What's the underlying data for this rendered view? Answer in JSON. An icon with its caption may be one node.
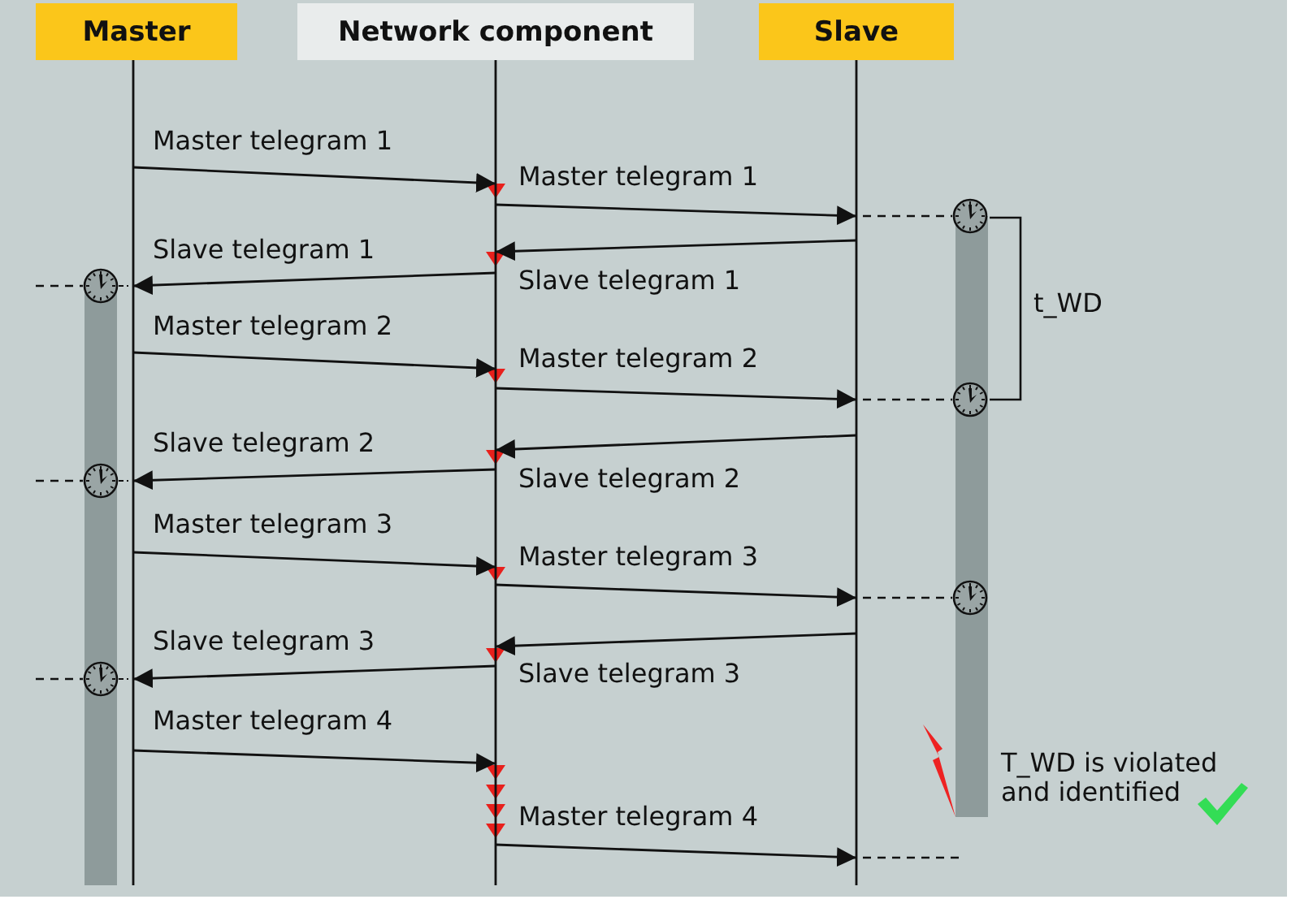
{
  "diagram": {
    "nodes": [
      {
        "text": [
          "Master"
        ]
      },
      {
        "text": [
          "Network component"
        ]
      },
      {
        "text": [
          "Slave"
        ]
      }
    ],
    "edges": [
      {
        "from": 0,
        "to": 1,
        "arrow": "to",
        "label": "Master telegram 1"
      },
      {
        "from": 1,
        "to": 2,
        "arrow": "to",
        "label": "Master telegram 1"
      },
      {
        "from": 2,
        "to": 1,
        "arrow": "to",
        "label": "Slave telegram 1"
      },
      {
        "from": 1,
        "to": 0,
        "arrow": "to",
        "label": "Slave telegram 1"
      },
      {
        "from": 0,
        "to": 1,
        "arrow": "to",
        "label": "Master telegram 2"
      },
      {
        "from": 1,
        "to": 2,
        "arrow": "to",
        "label": "Master telegram 2"
      },
      {
        "from": 2,
        "to": 1,
        "arrow": "to",
        "label": "Slave telegram 2"
      },
      {
        "from": 1,
        "to": 0,
        "arrow": "to",
        "label": "Slave telegram 2"
      },
      {
        "from": 0,
        "to": 1,
        "arrow": "to",
        "label": "Master telegram 3"
      },
      {
        "from": 1,
        "to": 2,
        "arrow": "to",
        "label": "Master telegram 3"
      },
      {
        "from": 2,
        "to": 1,
        "arrow": "to",
        "label": "Slave telegram 3"
      },
      {
        "from": 1,
        "to": 0,
        "arrow": "to",
        "label": "Slave telegram 3"
      },
      {
        "from": 0,
        "to": 1,
        "arrow": "to",
        "label": "Master telegram 4"
      },
      {
        "from": 1,
        "to": 2,
        "arrow": "to",
        "label": "Master telegram 4"
      }
    ],
    "labels": [
      "t_WD",
      "T_WD is violated and identified"
    ]
  }
}
